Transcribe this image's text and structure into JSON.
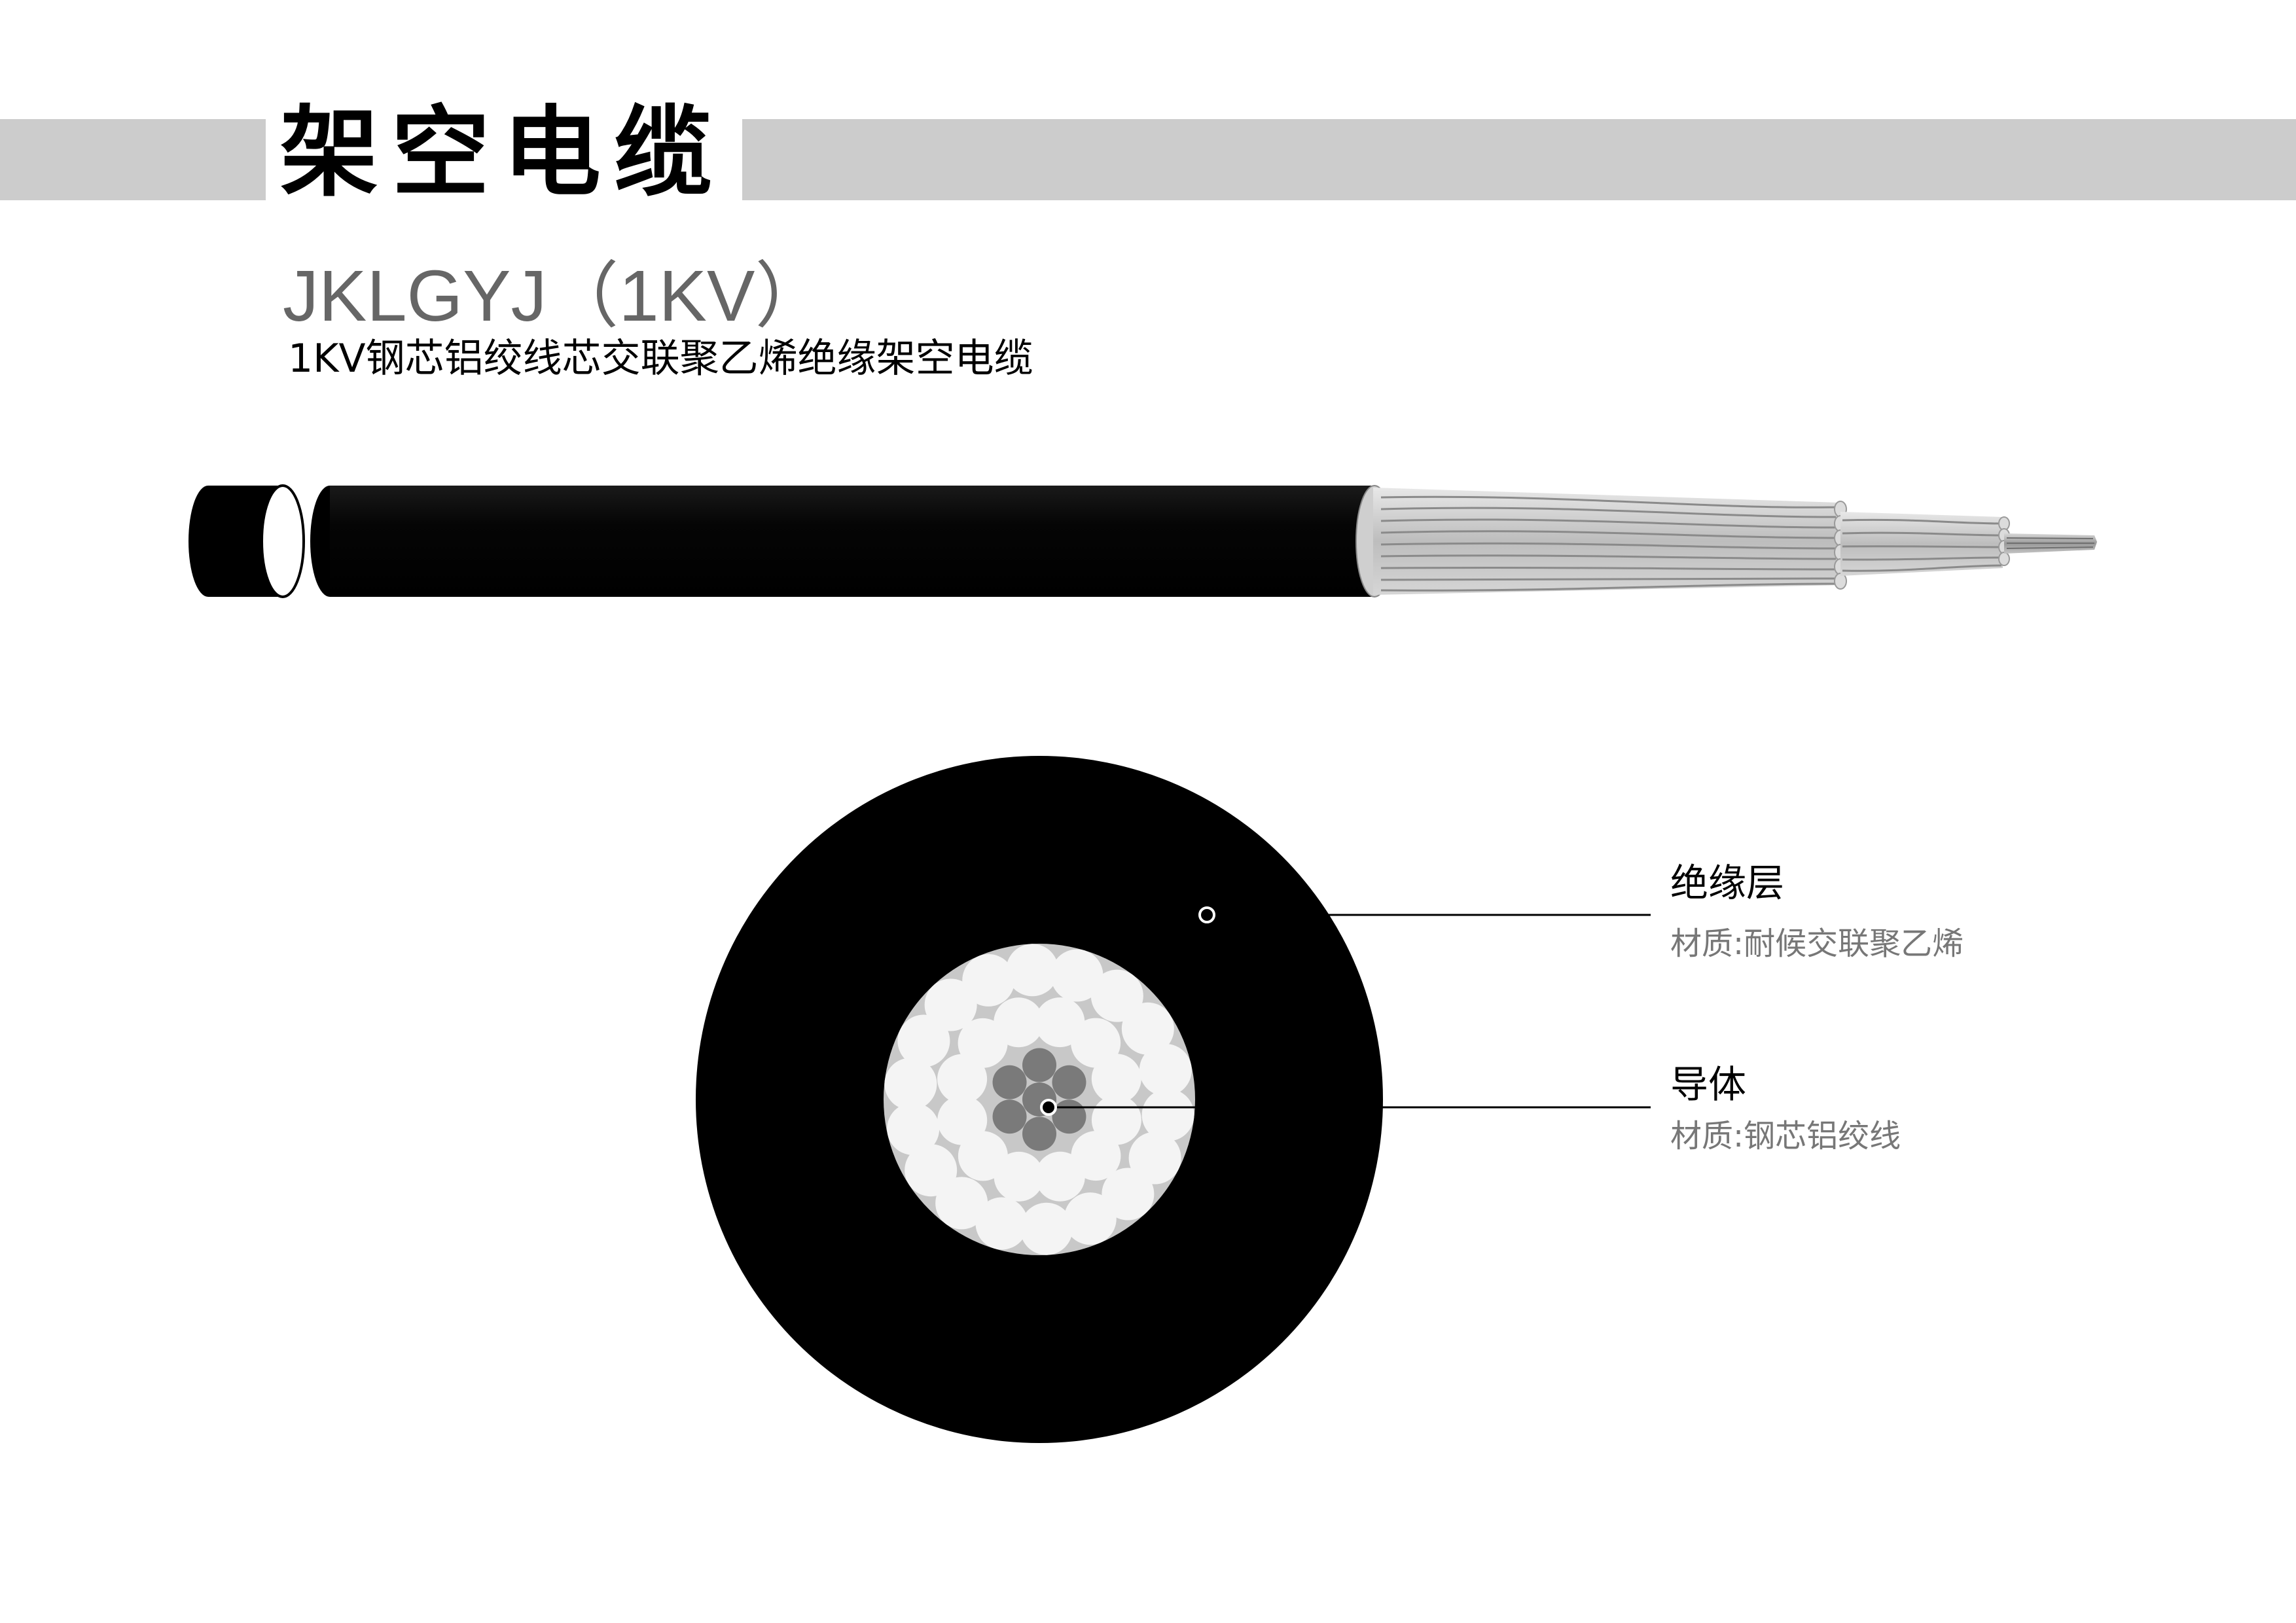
{
  "header": {
    "title": "架空电缆"
  },
  "product": {
    "model": "JKLGYJ（1KV）",
    "name": "1KV钢芯铝绞线芯交联聚乙烯绝缘架空电缆"
  },
  "layers": [
    {
      "name": "绝缘层",
      "material": "材质:耐候交联聚乙烯"
    },
    {
      "name": "导体",
      "material": "材质:钢芯铝绞线"
    }
  ],
  "colors": {
    "header_band": "#cccccc",
    "insulation": "#000000",
    "aluminum_strand": "#f4f4f4",
    "steel_strand": "#7a7a7a",
    "model_text": "#666666",
    "material_text": "#777777"
  }
}
